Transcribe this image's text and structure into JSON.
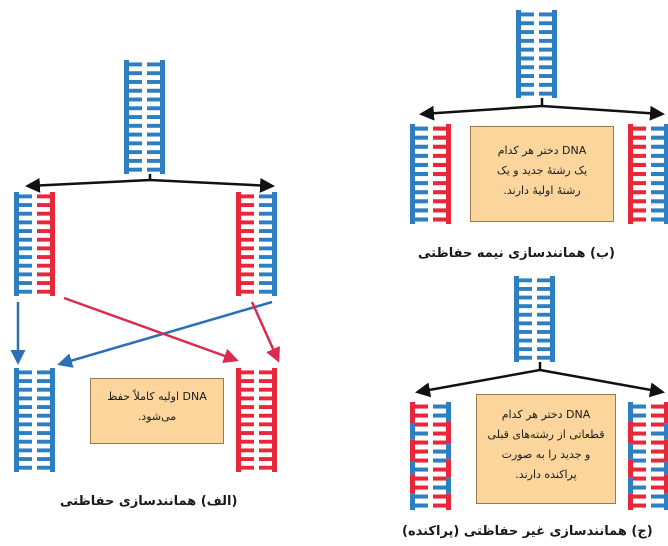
{
  "colors": {
    "old_strand": "#2e7fc1",
    "new_strand": "#e8283a",
    "blue_arrow": "#2b6fb5",
    "red_arrow": "#d92a4f",
    "black_arrow": "#111111",
    "callout_fill": "#fbd59b"
  },
  "panel_alef": {
    "caption": "(الف) همانندسازی حفاظتی",
    "callout_lines": [
      "DNA اولیه کاملاً حفظ",
      "می‌شود."
    ]
  },
  "panel_be": {
    "caption": "(ب) همانندسازی نیمه حفاظتی",
    "callout_lines": [
      "DNA دختر هر کدام",
      "یک رشتهٔ جدید و یک",
      "رشتهٔ اولیهٔ دارند."
    ]
  },
  "panel_je": {
    "caption": "(ج) همانندسازی غیر حفاظتی (پراکنده)",
    "callout_lines": [
      "DNA دختر هر کدام",
      "قطعاتی از رشته‌های قبلی",
      "و جدید را به صورت",
      "پراکنده دارند."
    ]
  }
}
